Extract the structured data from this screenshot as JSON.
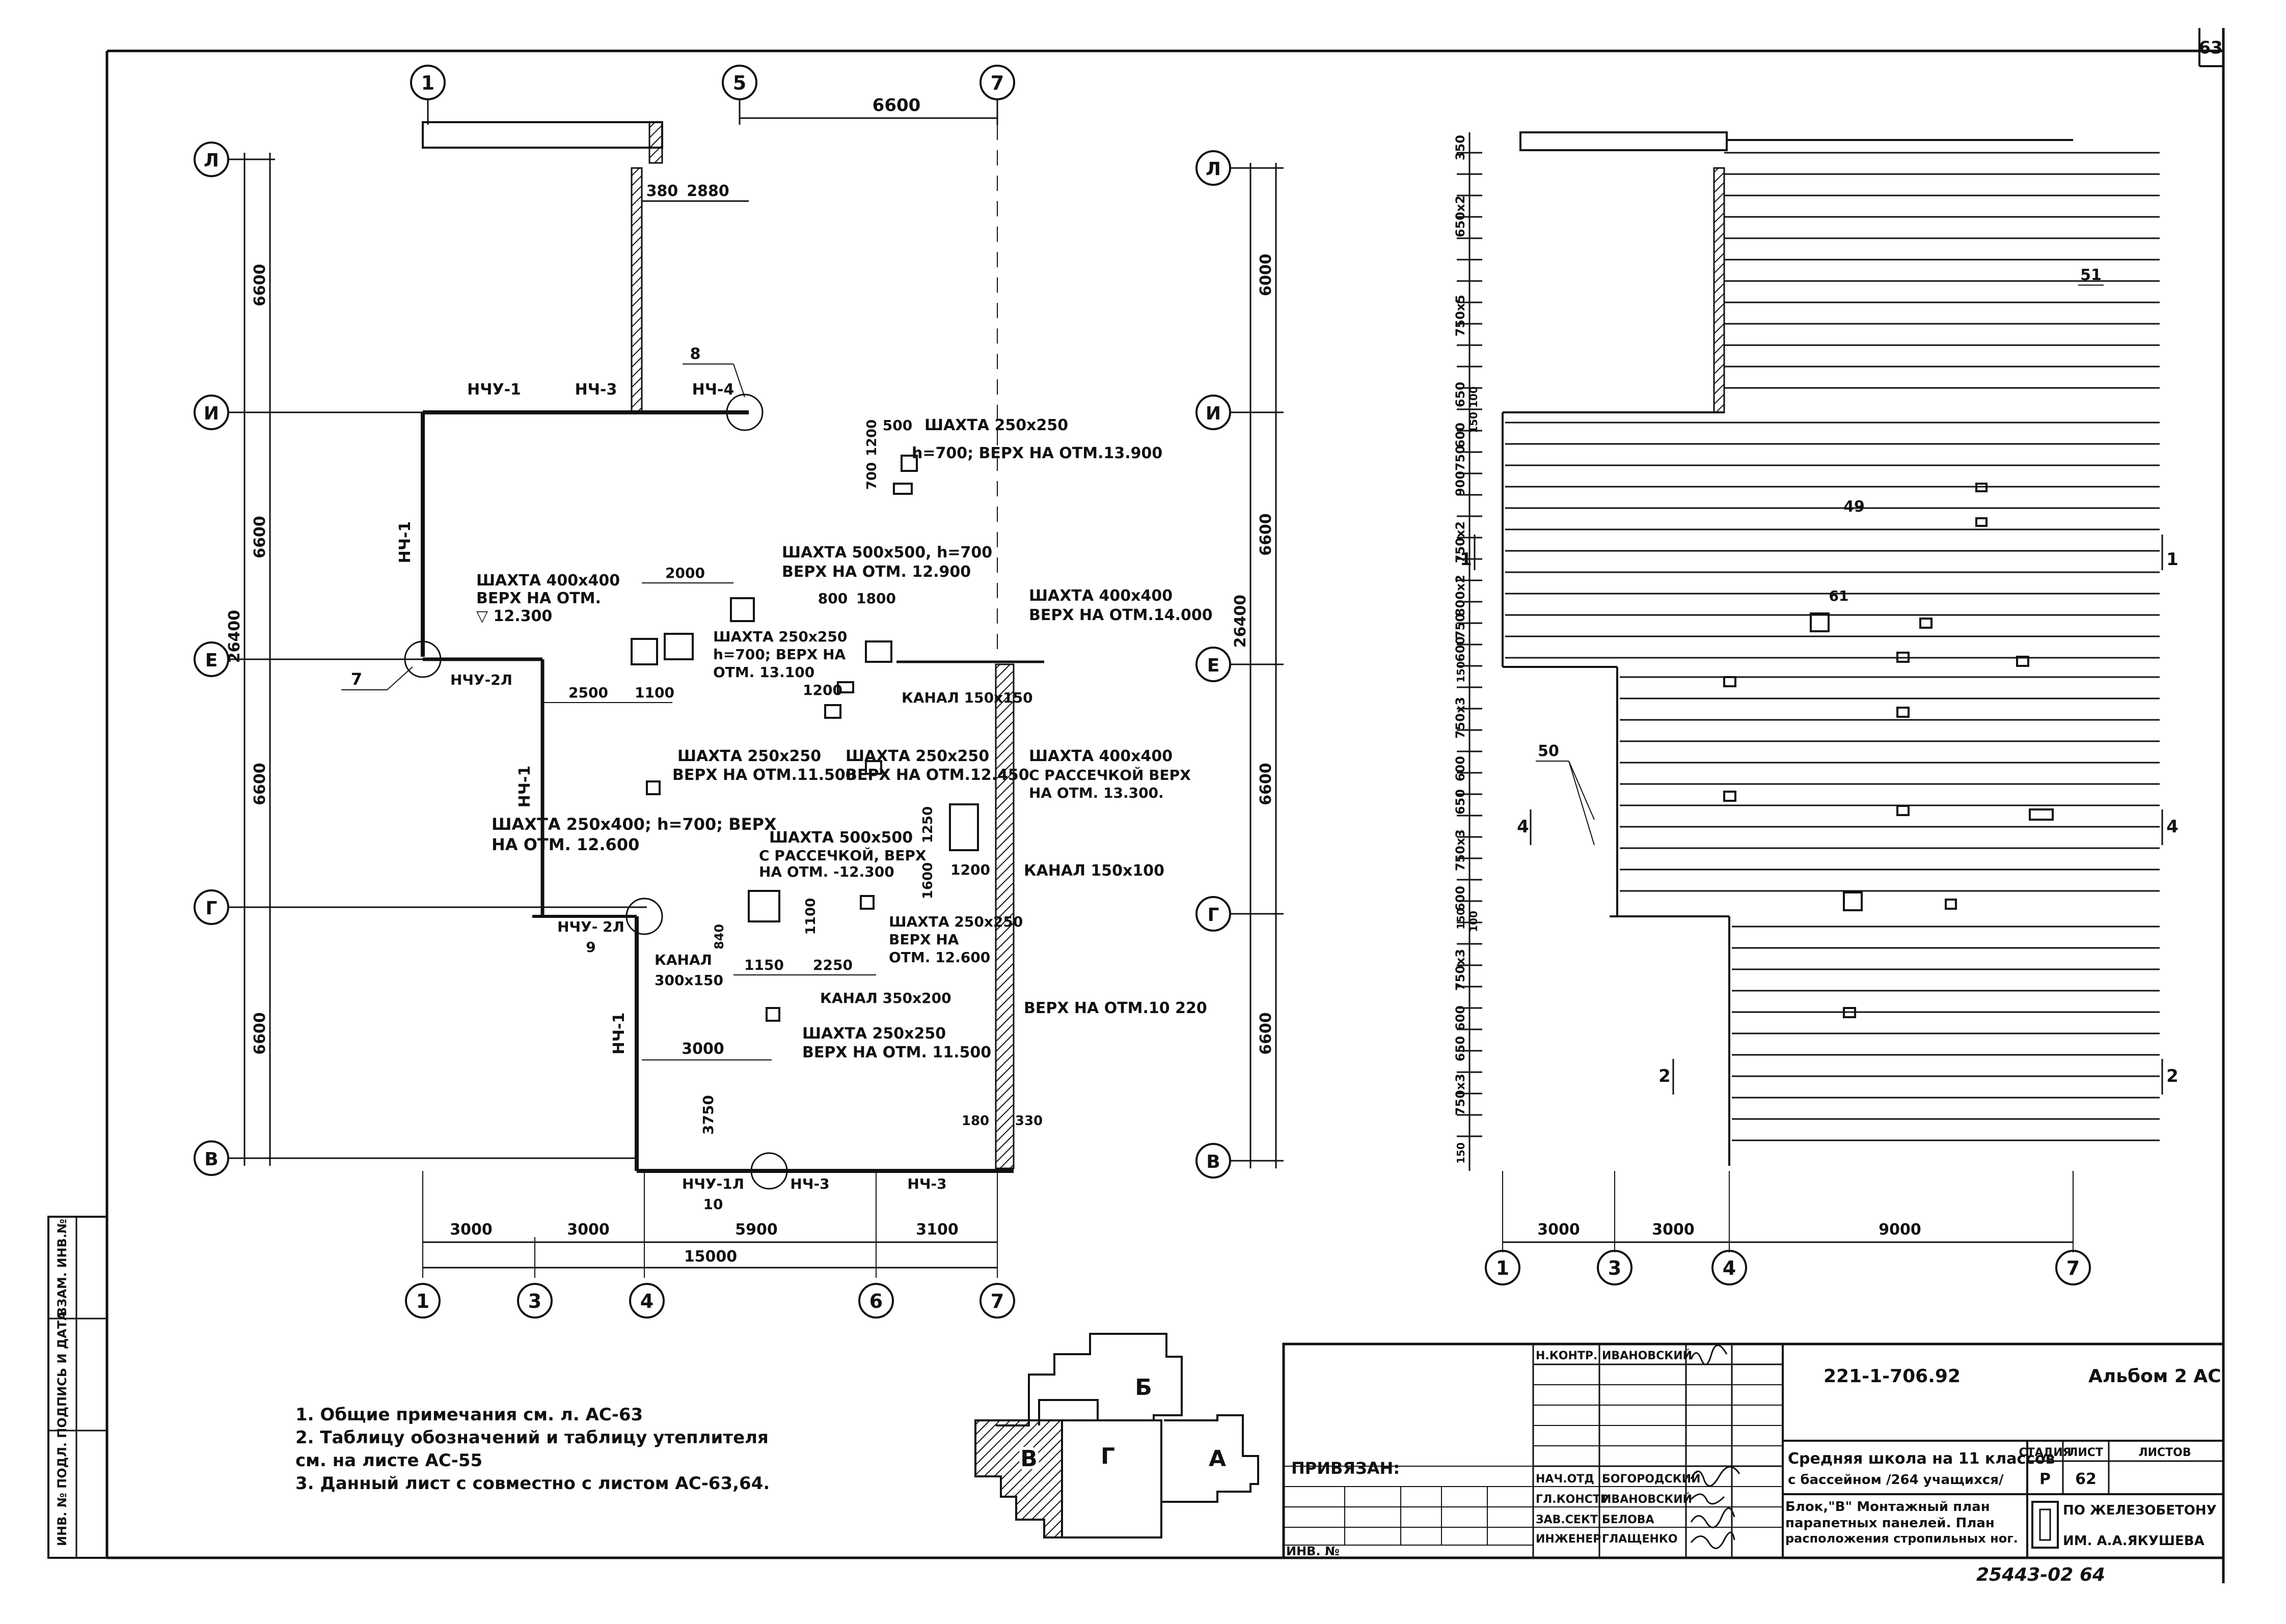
{
  "sheet_number": "63",
  "left_plan": {
    "axis_labels": {
      "a1": "1",
      "a3": "3",
      "a4": "4",
      "a5": "5",
      "a6": "6",
      "a7": "7",
      "L": "Л",
      "I": "И",
      "E": "Е",
      "G": "Г",
      "V": "В"
    },
    "dims": {
      "top_6600": "6600",
      "top_380": "380",
      "top_2880": "2880",
      "left_6600a": "6600",
      "left_6600b": "6600",
      "left_6600c": "6600",
      "left_6600d": "6600",
      "left_26400": "26400",
      "d_500": "500",
      "d_1200": "1200",
      "d_700": "700",
      "d_2000": "2000",
      "d_800": "800",
      "d_1800": "1800",
      "d_2500": "2500",
      "d_1100a": "1100",
      "d_1200b": "1200",
      "d_1250": "1250",
      "d_1600": "1600",
      "d_1200c": "1200",
      "d_1100b": "1100",
      "d_840": "840",
      "d_1150": "1150",
      "d_2250": "2250",
      "d_3000": "3000",
      "d_3750": "3750",
      "d_180": "180",
      "d_330": "330",
      "b_3000a": "3000",
      "b_3000b": "3000",
      "b_5900": "5900",
      "b_3100": "3100",
      "b_15000": "15000"
    },
    "labels": {
      "nchu1": "НЧУ-1",
      "nch3a": "НЧ-3",
      "nch4": "НЧ-4",
      "n8": "8",
      "nch1a": "НЧ-1",
      "nch1b": "НЧ-1",
      "nch1c": "НЧ-1",
      "nchu2l_a": "НЧУ-2Л",
      "n7": "7",
      "nchu2l_b": "НЧУ- 2Л",
      "n9": "9",
      "nchu1l": "НЧУ-1Л",
      "n10": "10",
      "nch3b": "НЧ-3",
      "nch3c": "НЧ-3"
    },
    "notes": {
      "s1l1": "ШАХТА 250х250",
      "s1l2": "h=700; ВЕРХ НА ОТМ.13.900",
      "s2l1": "ШАХТА 400х400",
      "s2l2": "ВЕРХ НА ОТМ.",
      "s2l3": "▽ 12.300",
      "s3l1": "ШАХТА 500х500, h=700",
      "s3l2": "ВЕРХ НА ОТМ. 12.900",
      "s4l1": "ШАХТА 250х250",
      "s4l2": "h=700; ВЕРХ НА",
      "s4l3": "ОТМ. 13.100",
      "s5l1": "ШАХТА 400х400",
      "s5l2": "ВЕРХ НА ОТМ.14.000",
      "k1": "КАНАЛ 150х150",
      "s6l1": "ШАХТА 250х250",
      "s6l2": "ВЕРХ НА ОТМ.11.500",
      "s7l1": "ШАХТА 250х250",
      "s7l2": "ВЕРХ НА ОТМ.12.450",
      "s8l1": "ШАХТА 400х400",
      "s8l2": "С РАССЕЧКОЙ ВЕРХ",
      "s8l3": "НА ОТМ. 13.300.",
      "s9l1": "ШАХТА 250х400; h=700; ВЕРХ",
      "s9l2": "НА   ОТМ. 12.600",
      "s10l1": "ШАХТА 500х500",
      "s10l2": "С РАССЕЧКОЙ, ВЕРХ",
      "s10l3": "НА ОТМ. -12.300",
      "k2": "КАНАЛ 150х100",
      "s11l1": "ШАХТА 250х250",
      "s11l2": "ВЕРХ НА",
      "s11l3": "ОТМ. 12.600",
      "k3l1": "КАНАЛ",
      "k3l2": "300х150",
      "k4": "КАНАЛ 350х200",
      "s12l1": "ШАХТА 250х250",
      "s12l2": "ВЕРХ НА ОТМ. 11.500",
      "top": "ВЕРХ НА ОТМ.10 220"
    }
  },
  "right_plan": {
    "axis_labels": {
      "L": "Л",
      "I": "И",
      "E": "Е",
      "G": "Г",
      "V": "В",
      "a1": "1",
      "a3": "3",
      "a4": "4",
      "a7": "7"
    },
    "dims": {
      "l_6000": "6000",
      "l_6600a": "6600",
      "l_6600b": "6600",
      "l_6600c": "6600",
      "l_26400": "26400",
      "b_3000a": "3000",
      "b_3000b": "3000",
      "b_9000": "9000",
      "c_350": "350",
      "c_650x2": "650х2",
      "c_750x5": "750х5",
      "c_650": "650",
      "c_100a": "100",
      "c_150a": "150",
      "c_600a": "600",
      "c_750a": "750",
      "c_900": "900",
      "c_750x2": "750х2",
      "c_800x2": "800х2",
      "c_750b": "750",
      "c_600b": "600",
      "c_150b": "150",
      "c_750x3a": "750х3",
      "c_600c": "600",
      "c_650b": "650",
      "c_750x3b": "750х3",
      "c_600d": "600",
      "c_150c": "150",
      "c_100b": "100",
      "c_750x3c": "750х3",
      "c_600e": "600",
      "c_650c": "650",
      "c_750x3d": "750х3",
      "c_150d": "150"
    },
    "labels": {
      "n51": "51",
      "n49": "49",
      "n61": "61",
      "n50": "50",
      "sec1l": "1",
      "sec1r": "1",
      "sec4l": "4",
      "sec4r": "4",
      "sec2l": "2",
      "sec2r": "2"
    }
  },
  "stamp": {
    "rows": [
      {
        "role": "Н.КОНТР.",
        "name": "ИВАНОВСКИЙ"
      },
      {
        "role": "НАЧ.ОТД",
        "name": "БОГОРОДСКИЙ"
      },
      {
        "role": "ГЛ.КОНСТР",
        "name": "ИВАНОВСКИЙ"
      },
      {
        "role": "ЗАВ.СЕКТ",
        "name": "БЕЛОВА"
      },
      {
        "role": "ИНЖЕНЕР",
        "name": "ГЛАЩЕНКО"
      }
    ],
    "code": "221-1-706.92",
    "album": "Альбом 2 АС",
    "title1": "Средняя школа на 11 классов",
    "title2": "с бассейном /264 учащихся/",
    "desc1": "Блок,\"В\" Монтажный план",
    "desc2": "парапетных панелей. План",
    "desc3": "расположения стропильных ног.",
    "stage_label": "СТАДИЯ",
    "sheet_label": "ЛИСТ",
    "sheets_label": "ЛИСТОВ",
    "stage": "Р",
    "sheet": "62",
    "org1": "ПО ЖЕЛЕЗОБЕТОНУ",
    "org2": "ИМ. А.А.ЯКУШЕВА",
    "bound": "ПРИВЯЗАН:",
    "inv": "ИНВ. №"
  },
  "notes": [
    "1. Общие примечания см. л. АС-63",
    "2. Таблицу обозначений и таблицу утеплителя",
    "   см. на листе АС-55",
    "3. Данный лист с совместно с листом АС-63,64."
  ],
  "key_plan": {
    "b": "Б",
    "v": "В",
    "g": "Г",
    "a": "А"
  },
  "side_strip": {
    "inv_podl": "ИНВ. № ПОДЛ.",
    "podpis": "ПОДПИСЬ И ДАТА",
    "vzam": "ВЗАМ. ИНВ.№"
  },
  "bottom_number": "25443-02    64"
}
